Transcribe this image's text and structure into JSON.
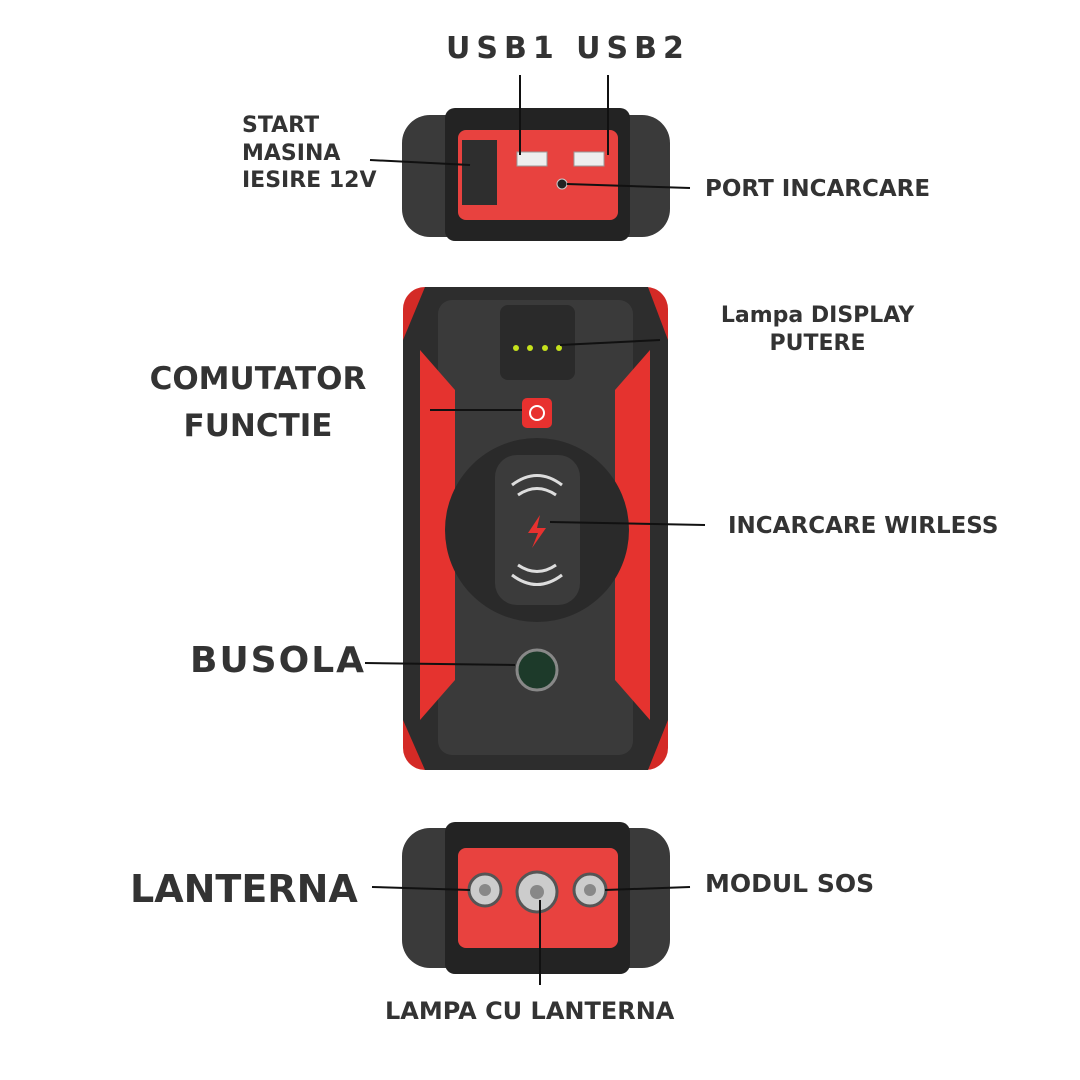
{
  "labels": {
    "usb": "USB1 USB2",
    "start_line1": "START",
    "start_line2": "MASINA",
    "start_line3": "IESIRE 12V",
    "port": "PORT INCARCARE",
    "display_line1": "Lampa DISPLAY",
    "display_line2": "PUTERE",
    "switch_line1": "COMUTATOR",
    "switch_line2": "FUNCTIE",
    "wireless": "INCARCARE WIRLESS",
    "compass": "BUSOLA",
    "flashlight": "LANTERNA",
    "sos": "MODUL SOS",
    "lamp": "LAMPA CU LANTERNA"
  },
  "colors": {
    "red": "#e8312f",
    "body": "#2b2b2b",
    "text": "#333333",
    "led": "#c6e21c"
  }
}
